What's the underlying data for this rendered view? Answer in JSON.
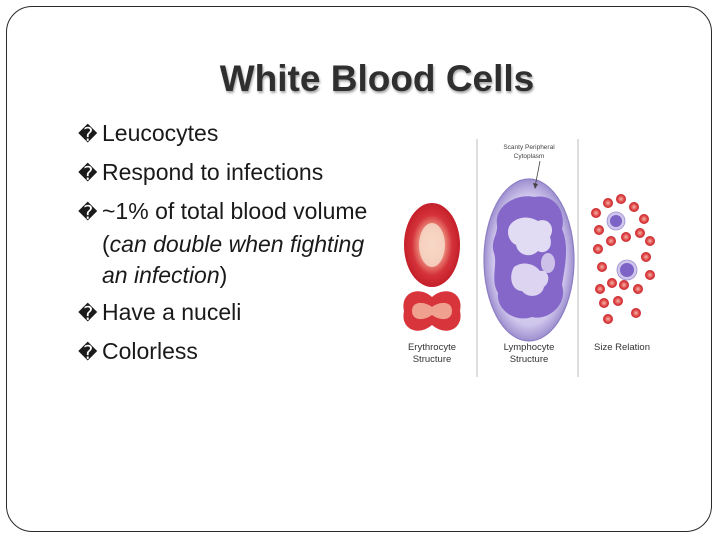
{
  "slide": {
    "title": "White Blood Cells",
    "bullet_marker": "�",
    "bullets": [
      {
        "text": "Leucocytes"
      },
      {
        "text": "Respond to infections"
      },
      {
        "text_before": "~1% of total blood volume (",
        "text_italic": "can double when fighting an infection",
        "text_after": ")"
      },
      {
        "text": "Have a nuceli"
      },
      {
        "text": "Colorless"
      }
    ]
  },
  "figure": {
    "panels": [
      {
        "label_line1": "Erythrocyte",
        "label_line2": "Structure"
      },
      {
        "label_line1": "Lymphocyte",
        "label_line2": "Structure"
      },
      {
        "label_line1": "Size Relation"
      }
    ],
    "annotation_line1": "Scanty Peripheral",
    "annotation_line2": "Cytoplasm"
  }
}
